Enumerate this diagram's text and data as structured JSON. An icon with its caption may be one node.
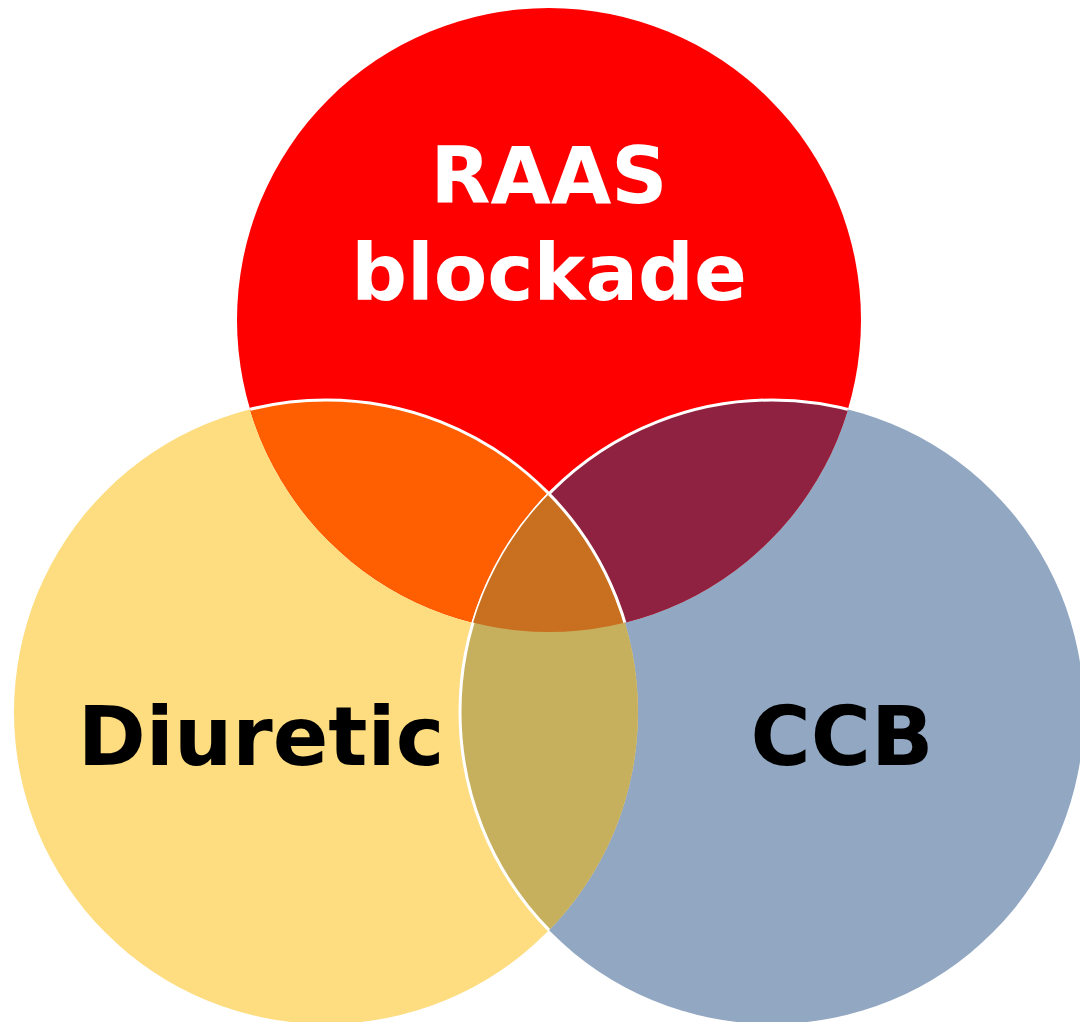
{
  "diagram": {
    "nodes": [
      {
        "text": [
          "RAAS blockade"
        ]
      },
      {
        "text": [
          "Diuretic"
        ]
      },
      {
        "text": [
          "CCB"
        ]
      }
    ]
  }
}
